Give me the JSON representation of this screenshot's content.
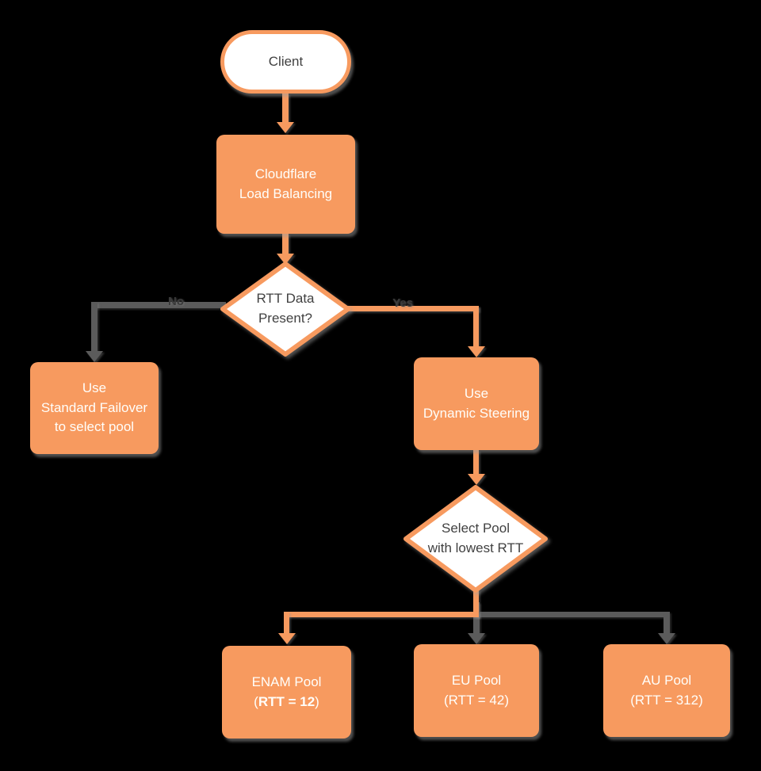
{
  "diagram": {
    "colors": {
      "orange": "#F79A5F",
      "connector_gray": "#5B5B5B",
      "dark_text": "#414141",
      "white_text": "#FFFEFA",
      "background": "#000000"
    },
    "nodes": {
      "client": {
        "label": "Client"
      },
      "load_balancing": {
        "line1": "Cloudflare",
        "line2": "Load Balancing"
      },
      "rtt_decision": {
        "line1": "RTT Data",
        "line2": "Present?"
      },
      "standard_failover": {
        "line1": "Use",
        "line2": "Standard Failover",
        "line3": "to select pool"
      },
      "dynamic_steering": {
        "line1": "Use",
        "line2": "Dynamic Steering"
      },
      "select_pool": {
        "line1": "Select Pool",
        "line2": "with lowest RTT"
      },
      "enam_pool": {
        "line1": "ENAM Pool",
        "open": "(",
        "rtt": "RTT = 12",
        "close": ")"
      },
      "eu_pool": {
        "line1": "EU Pool",
        "line2": "(RTT = 42)"
      },
      "au_pool": {
        "line1": "AU Pool",
        "line2": "(RTT = 312)"
      }
    },
    "edge_labels": {
      "no": "No",
      "yes": "Yes"
    }
  }
}
